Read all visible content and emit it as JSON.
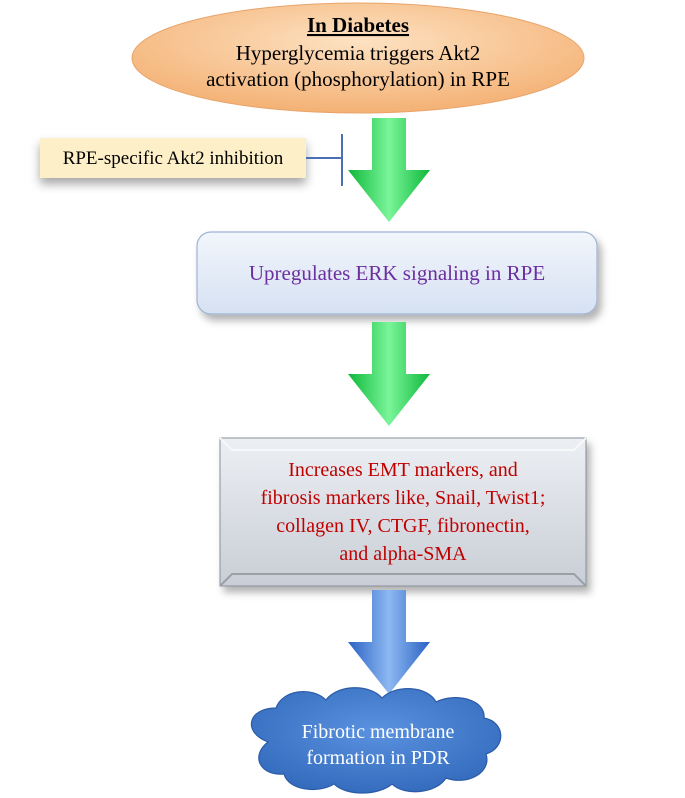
{
  "top_node": {
    "heading": "In Diabetes",
    "line1": "Hyperglycemia triggers Akt2",
    "line2": "activation (phosphorylation) in RPE"
  },
  "inhibitor_node": {
    "label": "RPE-specific Akt2 inhibition"
  },
  "middle_node": {
    "label": "Upregulates ERK signaling in RPE"
  },
  "markers_node": {
    "line1": "Increases EMT markers, and",
    "line2": "fibrosis markers like, Snail, Twist1;",
    "line3": "collagen IV, CTGF, fibronectin,",
    "line4": "and alpha-SMA"
  },
  "outcome_node": {
    "line1": "Fibrotic membrane",
    "line2": "formation in PDR"
  },
  "colors": {
    "ellipse_fill": "#f6bf88",
    "inhibitor_box_fill": "#fdf0c8",
    "middle_box_fill": "#e3ebf7",
    "middle_text": "#6b2fa0",
    "markers_box_fill": "#d9dde3",
    "markers_text": "#c00000",
    "cloud_fill": "#3c78c9",
    "green_arrow": "#22d64a",
    "blue_arrow": "#3a78d6",
    "inhibit_line": "#4a6fb5"
  }
}
